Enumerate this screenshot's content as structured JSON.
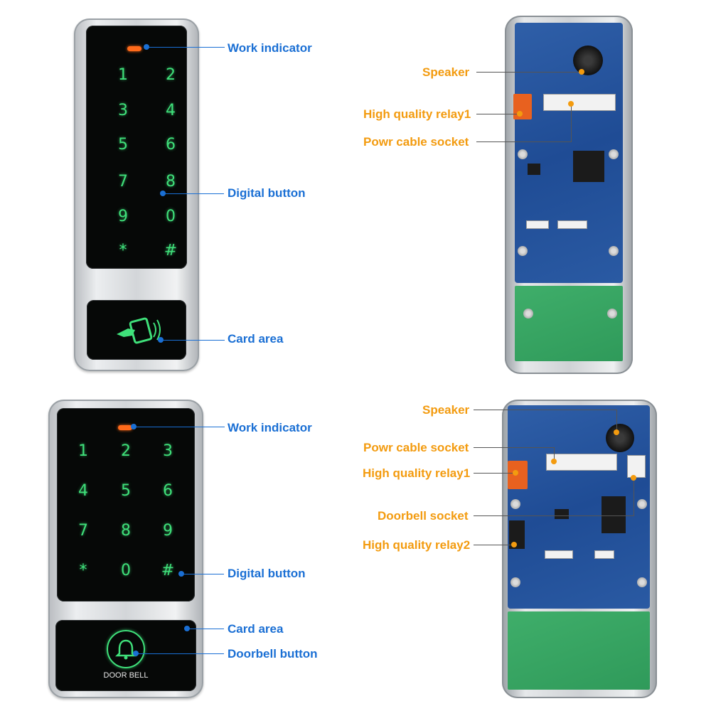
{
  "device_top": {
    "keys": [
      "1",
      "2",
      "3",
      "4",
      "5",
      "6",
      "7",
      "8",
      "9",
      "0",
      "*",
      "#"
    ]
  },
  "device_bottom": {
    "keys": [
      "1",
      "2",
      "3",
      "4",
      "5",
      "6",
      "7",
      "8",
      "9",
      "*",
      "0",
      "#"
    ],
    "doorbell_text": "DOOR BELL"
  },
  "labels_top_left": {
    "work_indicator": "Work indicator",
    "digital_button": "Digital button",
    "card_area": "Card area"
  },
  "labels_top_right": {
    "speaker": "Speaker",
    "relay1": "High quality relay1",
    "power_socket": "Powr cable socket"
  },
  "labels_bottom_left": {
    "work_indicator": "Work indicator",
    "digital_button": "Digital button",
    "card_area": "Card area",
    "doorbell_button": "Doorbell button"
  },
  "labels_bottom_right": {
    "speaker": "Speaker",
    "power_socket": "Powr cable socket",
    "relay1": "High quality relay1",
    "doorbell_socket": "Doorbell socket",
    "relay2": "High quality relay2"
  },
  "colors": {
    "label_blue": "#1a6fd4",
    "label_orange": "#f39b0f",
    "key_green": "#3fe07a",
    "led_orange": "#ff6a1a"
  }
}
